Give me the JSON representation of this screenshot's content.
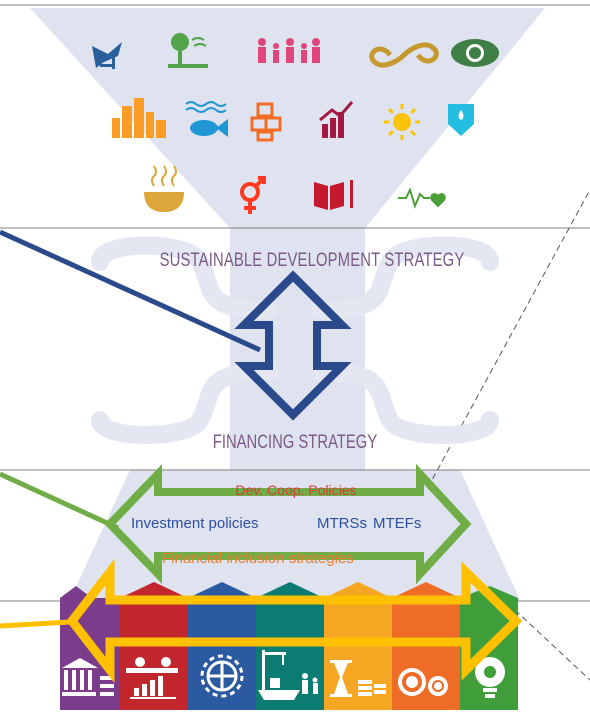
{
  "labels": {
    "sustainable_strategy": "SUSTAINABLE DEVELOPMENT STRATEGY",
    "financing_strategy": "FINANCING STRATEGY",
    "dev_coop": "Dev. Coop. Policies",
    "investment": "Investment policies",
    "mtrss": "MTRSs",
    "mtefs": "MTEFs",
    "financial_inclusion": "Financial inclusion strategies"
  },
  "colors": {
    "funnel": "#dfe3ef",
    "navy_arrow": "#2a4a8c",
    "green_arrow": "#71ad46",
    "yellow_arrow": "#ffc000",
    "strategy_text": "#7a5a86",
    "dev_text": "#d83a3a",
    "invest_text": "#2f4fa0",
    "inclusion_text": "#ef7d2e",
    "columns": [
      "#7b3c8c",
      "#c1272d",
      "#2c5aa0",
      "#0c7c72",
      "#f5a623",
      "#ef6c26",
      "#3f9e3a"
    ]
  },
  "sdg_icons": [
    "peace-justice-icon",
    "life-on-land-icon",
    "reduced-inequalities-icon",
    "partnership-icon",
    "climate-action-icon",
    "sustainable-cities-icon",
    "life-below-water-icon",
    "industry-innovation-icon",
    "economic-growth-icon",
    "clean-energy-icon",
    "clean-water-icon",
    "zero-hunger-icon",
    "gender-equality-icon",
    "quality-education-icon",
    "good-health-icon"
  ],
  "finance_icons": [
    "public-finance-icon",
    "business-investment-icon",
    "international-cooperation-icon",
    "trade-icon",
    "debt-sustainability-icon",
    "systemic-issues-icon",
    "technology-icon"
  ]
}
